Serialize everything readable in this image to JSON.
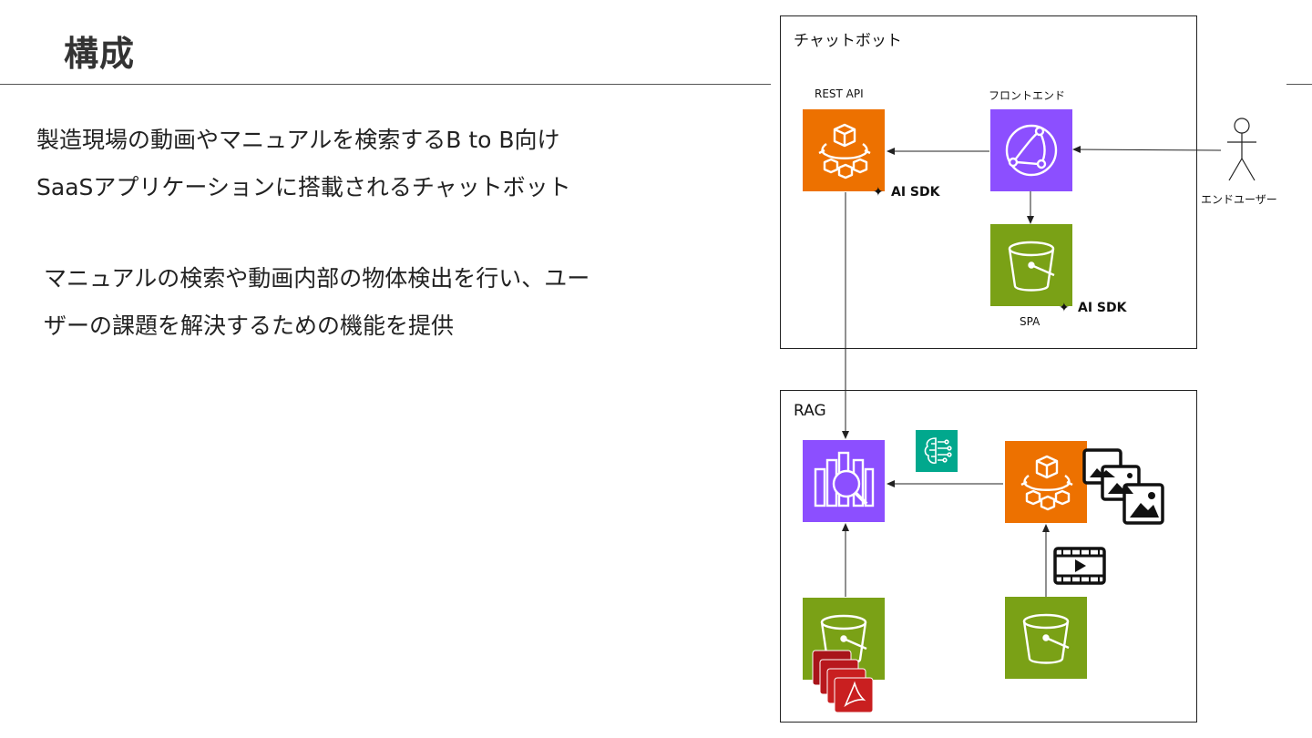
{
  "page": {
    "title": "構成",
    "para1_line1": "製造現場の動画やマニュアルを検索するB to B向け",
    "para1_line2": "SaaSアプリケーションに搭載されるチャットボット",
    "para2_line1": "マニュアルの検索や動画内部の物体検出を行い、ユー",
    "para2_line2": "ザーの課題を解決するための機能を提供"
  },
  "diagram": {
    "chatbot_box_label": "チャットボット",
    "rag_box_label": "RAG",
    "rest_api_label": "REST API",
    "frontend_label": "フロントエンド",
    "spa_label": "SPA",
    "end_user_label": "エンドユーザー",
    "ai_sdk_label_1": "AI SDK",
    "ai_sdk_label_2": "AI SDK",
    "colors": {
      "orange": "#ed7100",
      "purple": "#8c4fff",
      "green": "#7aa116",
      "teal": "#01a88d",
      "pdf_red": "#c91f20"
    }
  }
}
